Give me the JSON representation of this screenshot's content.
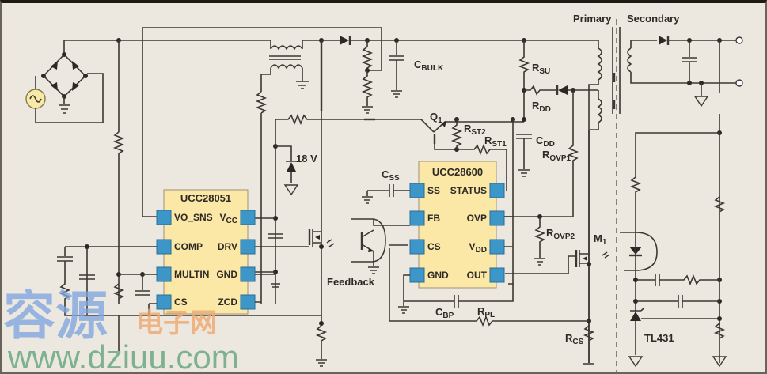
{
  "diagram": {
    "type": "circuit-schematic",
    "sections": {
      "primary": "Primary",
      "secondary": "Secondary"
    },
    "ics": [
      {
        "name": "UCC28051",
        "left_pins": [
          "VO_SNS",
          "COMP",
          "MULTIN",
          "CS"
        ],
        "right_pins": [
          "Vcc",
          "DRV",
          "GND",
          "ZCD"
        ]
      },
      {
        "name": "UCC28600",
        "left_pins": [
          "SS",
          "FB",
          "CS",
          "GND"
        ],
        "right_pins": [
          "STATUS",
          "OVP",
          "VDD",
          "OUT"
        ]
      }
    ],
    "labels": {
      "c_bulk": {
        "main": "C",
        "sub": "BULK"
      },
      "q1": {
        "main": "Q",
        "sub": "1"
      },
      "r_st2": {
        "main": "R",
        "sub": "ST2"
      },
      "r_st1": {
        "main": "R",
        "sub": "ST1"
      },
      "r_su": {
        "main": "R",
        "sub": "SU"
      },
      "r_dd": {
        "main": "R",
        "sub": "DD"
      },
      "c_dd": {
        "main": "C",
        "sub": "DD"
      },
      "r_ovp1": {
        "main": "R",
        "sub": "OVP1"
      },
      "r_ovp2": {
        "main": "R",
        "sub": "OVP2"
      },
      "c_ss": {
        "main": "C",
        "sub": "SS"
      },
      "c_bp": {
        "main": "C",
        "sub": "BP"
      },
      "r_pl": {
        "main": "R",
        "sub": "PL"
      },
      "r_cs": {
        "main": "R",
        "sub": "CS"
      },
      "m1": {
        "main": "M",
        "sub": "1"
      },
      "zener": "18 V",
      "feedback": "Feedback",
      "tl431": "TL431"
    },
    "vdd_label": {
      "main": "V",
      "sub": "DD"
    },
    "vcc_label": {
      "main": "V",
      "sub": "CC"
    }
  },
  "watermark": {
    "cn_large": "容源",
    "cn_small": "电子网",
    "url": "www.dziuu.com"
  }
}
